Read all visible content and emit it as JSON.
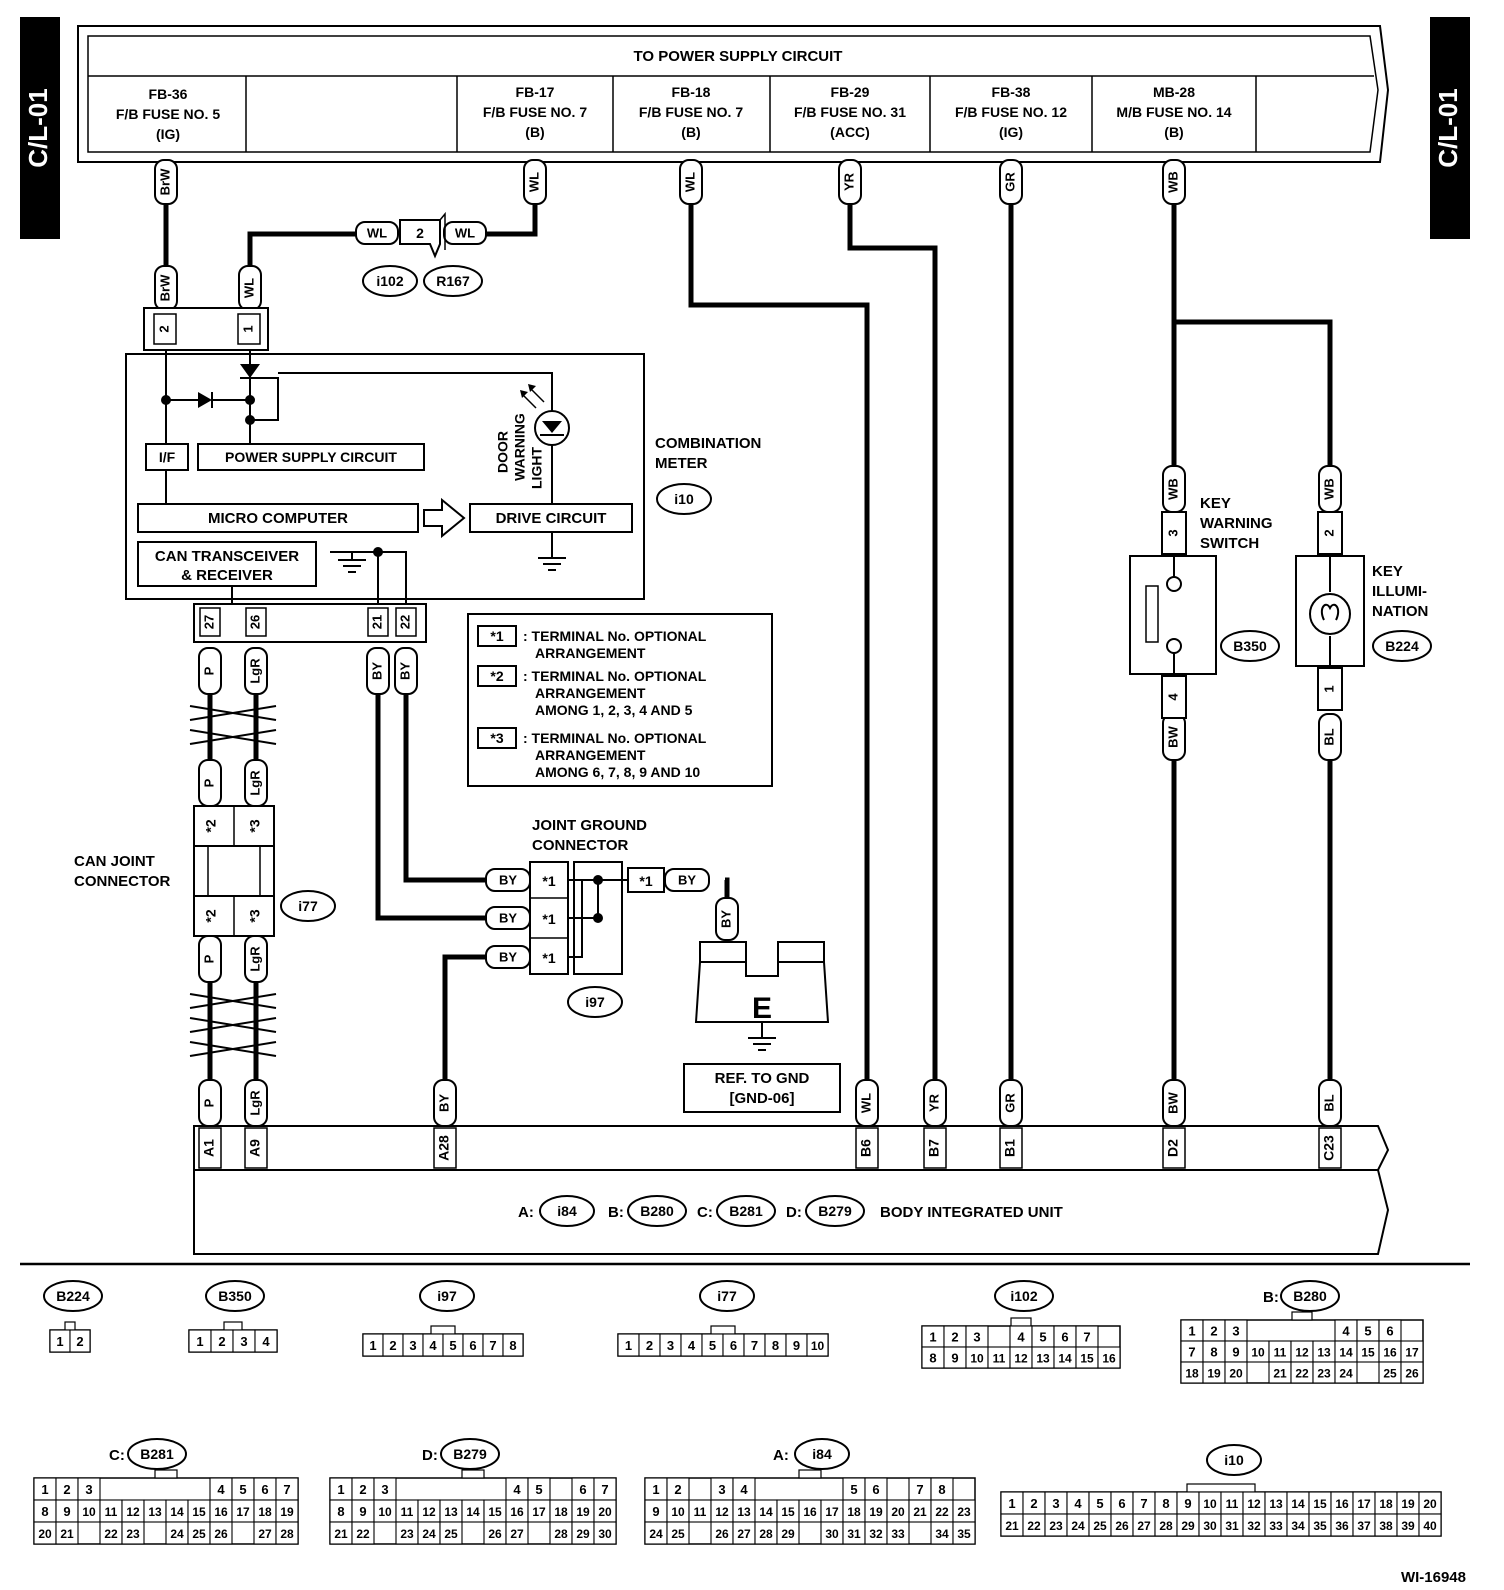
{
  "side_tabs": {
    "left": "C/L-01",
    "right": "C/L-01"
  },
  "power_supply": {
    "title": "TO POWER SUPPLY CIRCUIT",
    "fuses": [
      {
        "code": "FB-36",
        "name": "F/B FUSE NO. 5",
        "mode": "(IG)"
      },
      {
        "code": "FB-17",
        "name": "F/B FUSE NO. 7",
        "mode": "(B)"
      },
      {
        "code": "FB-18",
        "name": "F/B FUSE NO. 7",
        "mode": "(B)"
      },
      {
        "code": "FB-29",
        "name": "F/B FUSE NO. 31",
        "mode": "(ACC)"
      },
      {
        "code": "FB-38",
        "name": "F/B FUSE NO. 12",
        "mode": "(IG)"
      },
      {
        "code": "MB-28",
        "name": "M/B FUSE NO. 14",
        "mode": "(B)"
      }
    ]
  },
  "wire_colors": {
    "brw": "BrW",
    "wl": "WL",
    "yr": "YR",
    "gr": "GR",
    "wb": "WB",
    "bw": "BW",
    "bl": "BL",
    "p": "P",
    "lgr": "LgR",
    "by": "BY"
  },
  "connectors": {
    "i102": "i102",
    "r167": "R167",
    "r167_pin": "2",
    "i10": "i10",
    "i77": "i77",
    "i97": "i97",
    "b350": "B350",
    "b224": "B224",
    "i84": "i84",
    "b280": "B280",
    "b281": "B281",
    "b279": "B279"
  },
  "combination_meter": {
    "label_line1": "COMBINATION",
    "label_line2": "METER",
    "pin_2": "2",
    "pin_1": "1",
    "if": "I/F",
    "power_supply": "POWER SUPPLY CIRCUIT",
    "micro": "MICRO COMPUTER",
    "can_line1": "CAN TRANSCEIVER",
    "can_line2": "& RECEIVER",
    "drive": "DRIVE CIRCUIT",
    "door_l1": "DOOR",
    "door_l2": "WARNING",
    "door_l3": "LIGHT",
    "pins": [
      "27",
      "26",
      "21",
      "22"
    ]
  },
  "legend": [
    {
      "mark": "*1",
      "text1": ": TERMINAL No. OPTIONAL",
      "text2": "ARRANGEMENT",
      "text3": ""
    },
    {
      "mark": "*2",
      "text1": ": TERMINAL No. OPTIONAL",
      "text2": "ARRANGEMENT",
      "text3": "AMONG 1, 2, 3, 4 AND 5"
    },
    {
      "mark": "*3",
      "text1": ": TERMINAL No. OPTIONAL",
      "text2": "ARRANGEMENT",
      "text3": "AMONG 6, 7, 8, 9 AND 10"
    }
  ],
  "can_joint": {
    "line1": "CAN JOINT",
    "line2": "CONNECTOR",
    "m2": "*2",
    "m3": "*3"
  },
  "joint_ground": {
    "line1": "JOINT GROUND",
    "line2": "CONNECTOR",
    "m1": "*1"
  },
  "ground": {
    "letter": "E",
    "ref1": "REF. TO GND",
    "ref2": "[GND-06]"
  },
  "key_warning": {
    "l1": "KEY",
    "l2": "WARNING",
    "l3": "SWITCH",
    "pin_top": "3",
    "pin_bot": "4"
  },
  "key_illum": {
    "l1": "KEY",
    "l2": "ILLUMI-",
    "l3": "NATION",
    "pin_top": "2",
    "pin_bot": "1"
  },
  "body_unit": {
    "pins": [
      "A1",
      "A9",
      "A28",
      "B6",
      "B7",
      "B1",
      "D2",
      "C23"
    ],
    "pa": "A:",
    "pb": "B:",
    "pc": "C:",
    "pd": "D:",
    "title": "BODY INTEGRATED UNIT"
  },
  "bottom_prefix": {
    "b280": "B:",
    "b281": "C:",
    "b279": "D:",
    "i84": "A:"
  },
  "pinouts": {
    "b224": [
      "1",
      "2"
    ],
    "b350": [
      "1",
      "2",
      "3",
      "4"
    ],
    "i97": [
      "1",
      "2",
      "3",
      "4",
      "5",
      "6",
      "7",
      "8"
    ],
    "i77": [
      "1",
      "2",
      "3",
      "4",
      "5",
      "6",
      "7",
      "8",
      "9",
      "10"
    ],
    "i102": [
      [
        "1",
        "2",
        "3",
        "",
        "4",
        "5",
        "6",
        "7"
      ],
      [
        "8",
        "9",
        "10",
        "11",
        "12",
        "13",
        "14",
        "15",
        "16"
      ]
    ],
    "b280": [
      [
        "1",
        "2",
        "3",
        "",
        "",
        "",
        "",
        "4",
        "5",
        "6"
      ],
      [
        "7",
        "8",
        "9",
        "10",
        "11",
        "12",
        "13",
        "14",
        "15",
        "16",
        "17"
      ],
      [
        "18",
        "19",
        "20",
        "",
        "21",
        "22",
        "23",
        "24",
        "",
        "25",
        "26"
      ]
    ],
    "b281": [
      [
        "1",
        "2",
        "3",
        "",
        "",
        "",
        "",
        "",
        "4",
        "5",
        "6",
        "7"
      ],
      [
        "8",
        "9",
        "10",
        "11",
        "12",
        "13",
        "14",
        "15",
        "16",
        "17",
        "18",
        "19"
      ],
      [
        "20",
        "21",
        "",
        "22",
        "23",
        "",
        "24",
        "25",
        "26",
        "",
        "27",
        "28"
      ]
    ],
    "b279": [
      [
        "1",
        "2",
        "3",
        "",
        "",
        "",
        "",
        "",
        "4",
        "5",
        "",
        "6",
        "7"
      ],
      [
        "8",
        "9",
        "10",
        "11",
        "12",
        "13",
        "14",
        "15",
        "16",
        "17",
        "18",
        "19",
        "20"
      ],
      [
        "21",
        "22",
        "",
        "23",
        "24",
        "25",
        "",
        "26",
        "27",
        "",
        "28",
        "29",
        "30"
      ]
    ],
    "i84": [
      [
        "1",
        "2",
        "",
        "3",
        "4",
        "",
        "",
        "",
        "",
        "5",
        "6",
        "",
        "7",
        "8"
      ],
      [
        "9",
        "10",
        "11",
        "12",
        "13",
        "14",
        "15",
        "16",
        "17",
        "18",
        "19",
        "20",
        "21",
        "22",
        "23"
      ],
      [
        "24",
        "25",
        "",
        "26",
        "27",
        "28",
        "29",
        "",
        "30",
        "31",
        "32",
        "33",
        "",
        "34",
        "35"
      ]
    ],
    "i10": [
      [
        "1",
        "2",
        "3",
        "4",
        "5",
        "6",
        "7",
        "8",
        "9",
        "10",
        "11",
        "12",
        "13",
        "14",
        "15",
        "16",
        "17",
        "18",
        "19",
        "20"
      ],
      [
        "21",
        "22",
        "23",
        "24",
        "25",
        "26",
        "27",
        "28",
        "29",
        "30",
        "31",
        "32",
        "33",
        "34",
        "35",
        "36",
        "37",
        "38",
        "39",
        "40"
      ]
    ]
  },
  "figure_code": "WI-16948"
}
